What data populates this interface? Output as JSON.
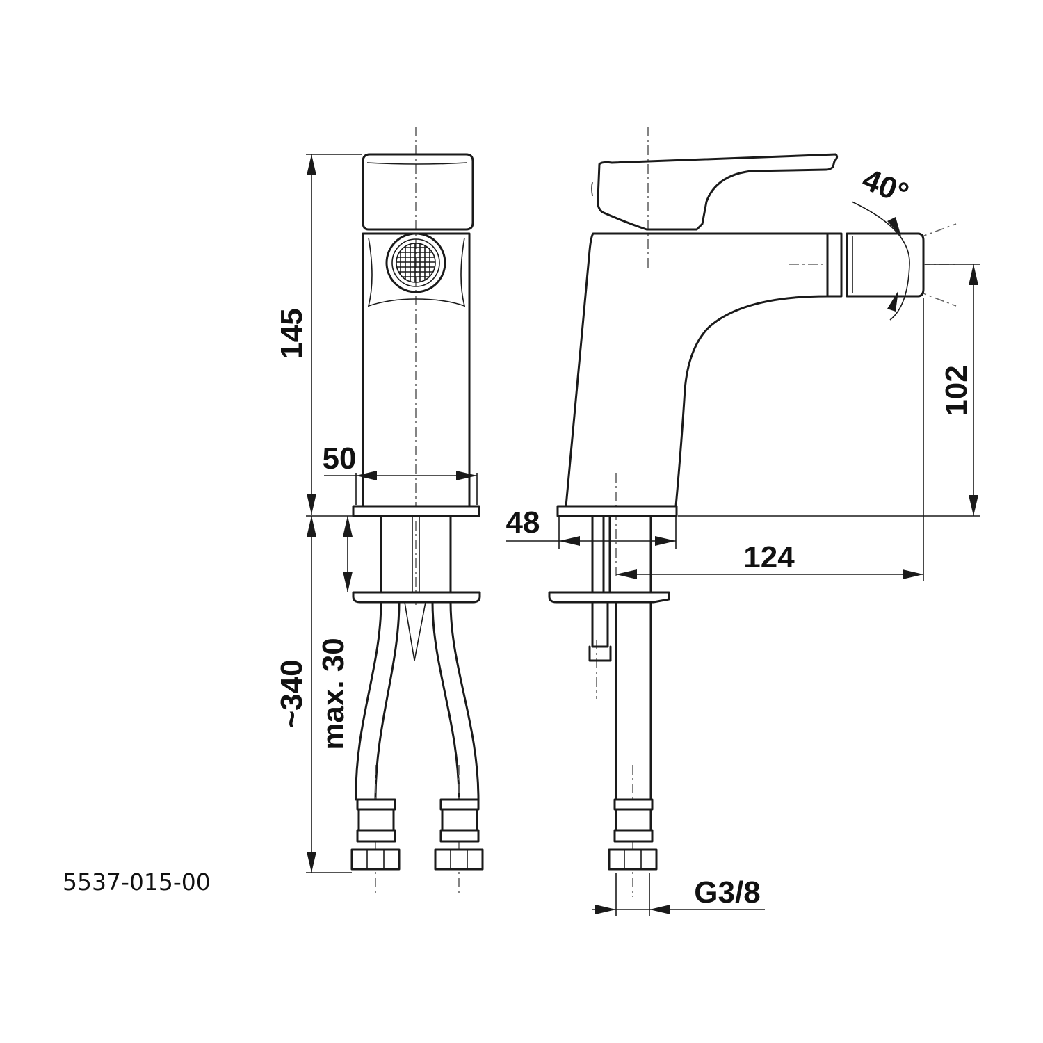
{
  "drawing": {
    "code": "5537-015-00"
  },
  "dimensions": {
    "height_total": "145",
    "width_body": "50",
    "hose_length": "~340",
    "max_counter_thickness": "max. 30",
    "spout_height": "102",
    "base_diameter": "48",
    "spout_reach": "124",
    "thread": "G3/8",
    "swivel_angle": "40°"
  }
}
